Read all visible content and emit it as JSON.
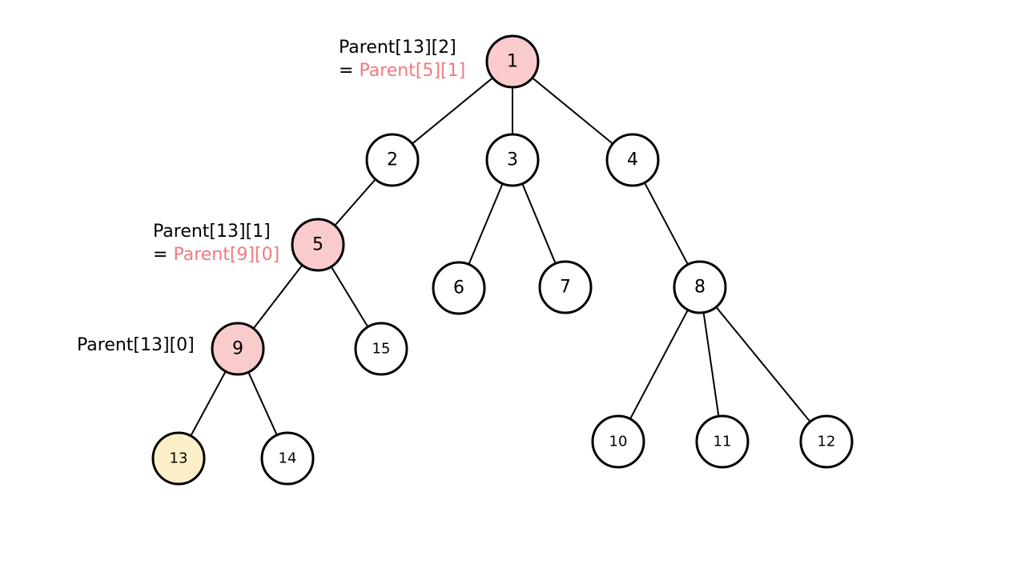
{
  "colors": {
    "highlight_fill": "#f9cbcc",
    "target_fill": "#fdf0c9",
    "default_fill": "#ffffff",
    "accent_text": "#f27a80",
    "line": "#000000"
  },
  "nodes": [
    {
      "id": "1",
      "label": "1",
      "state": "highlight"
    },
    {
      "id": "2",
      "label": "2",
      "state": "default"
    },
    {
      "id": "3",
      "label": "3",
      "state": "default"
    },
    {
      "id": "4",
      "label": "4",
      "state": "default"
    },
    {
      "id": "5",
      "label": "5",
      "state": "highlight"
    },
    {
      "id": "6",
      "label": "6",
      "state": "default"
    },
    {
      "id": "7",
      "label": "7",
      "state": "default"
    },
    {
      "id": "8",
      "label": "8",
      "state": "default"
    },
    {
      "id": "9",
      "label": "9",
      "state": "highlight"
    },
    {
      "id": "15",
      "label": "15",
      "state": "default"
    },
    {
      "id": "13",
      "label": "13",
      "state": "target"
    },
    {
      "id": "14",
      "label": "14",
      "state": "default"
    },
    {
      "id": "10",
      "label": "10",
      "state": "default"
    },
    {
      "id": "11",
      "label": "11",
      "state": "default"
    },
    {
      "id": "12",
      "label": "12",
      "state": "default"
    }
  ],
  "edges": [
    [
      "1",
      "2"
    ],
    [
      "1",
      "3"
    ],
    [
      "1",
      "4"
    ],
    [
      "2",
      "5"
    ],
    [
      "3",
      "6"
    ],
    [
      "3",
      "7"
    ],
    [
      "4",
      "8"
    ],
    [
      "5",
      "9"
    ],
    [
      "5",
      "15"
    ],
    [
      "9",
      "13"
    ],
    [
      "9",
      "14"
    ],
    [
      "8",
      "10"
    ],
    [
      "8",
      "11"
    ],
    [
      "8",
      "12"
    ]
  ],
  "annotations": {
    "parent_13_2": {
      "line1": "Parent[13][2]",
      "line2_prefix": "= ",
      "line2_accent": "Parent[5][1]"
    },
    "parent_13_1": {
      "line1": "Parent[13][1]",
      "line2_prefix": "= ",
      "line2_accent": "Parent[9][0]"
    },
    "parent_13_0": {
      "line1": "Parent[13][0]"
    }
  }
}
